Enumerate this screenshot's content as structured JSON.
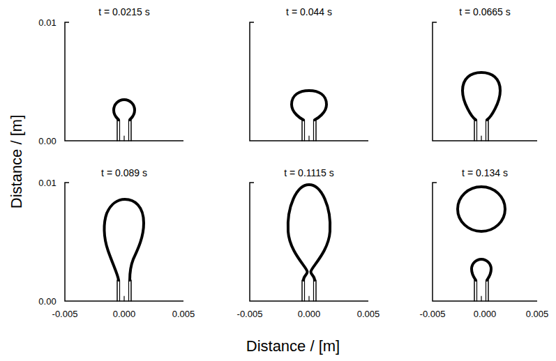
{
  "diagram": {
    "labels": [
      "t = 0.0215 s",
      "t = 0.044 s",
      "t = 0.0665 s",
      "t = 0.089 s",
      "t = 0.1115 s",
      "t = 0.134 s",
      "0.01",
      "0.00",
      "0.01",
      "0.00",
      "-0.005",
      "0.000",
      "0.005",
      "-0.005",
      "0.000",
      "0.005",
      "-0.005",
      "0.000",
      "0.005",
      "Distance / [m]",
      "Distance / [m]"
    ]
  }
}
